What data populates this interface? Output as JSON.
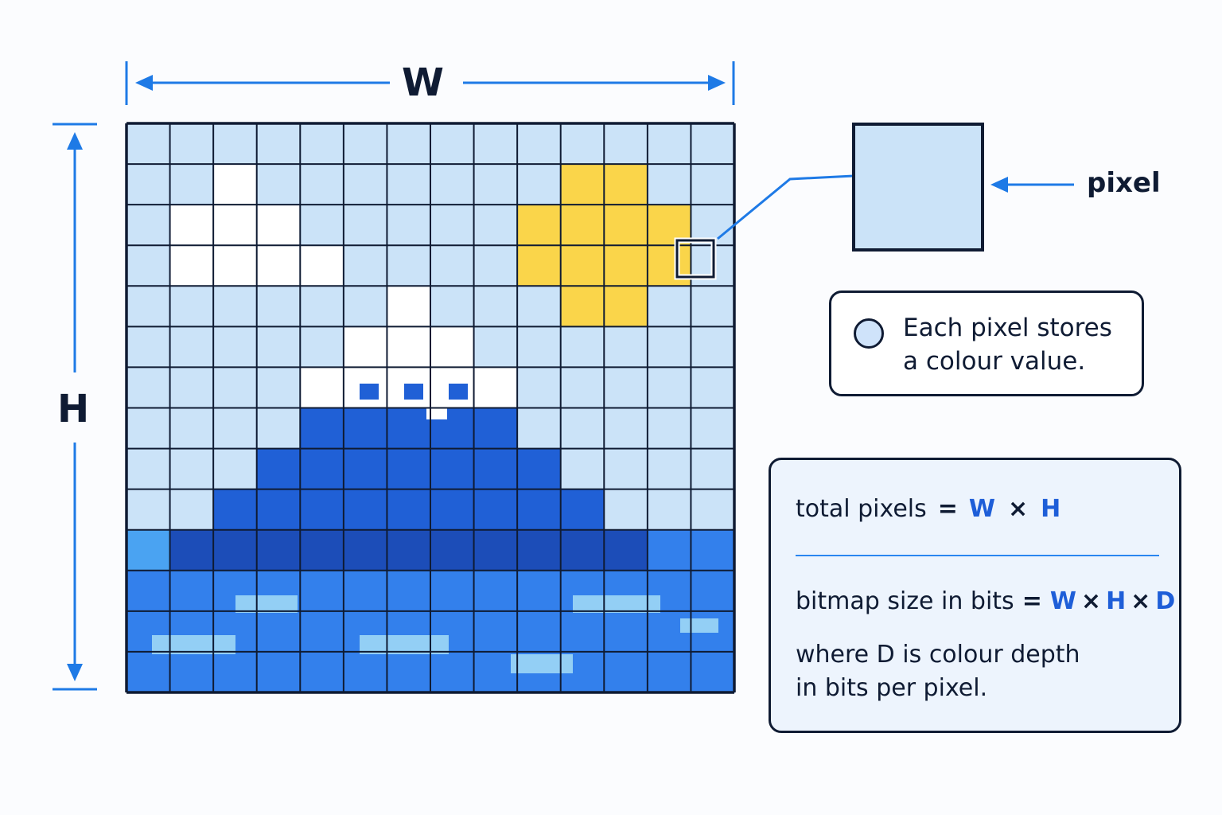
{
  "labels": {
    "width": "W",
    "height": "H",
    "pixel": "pixel"
  },
  "note": {
    "line1": "Each pixel stores",
    "line2": "a colour value."
  },
  "formula": {
    "total_label": "total pixels",
    "eq": "=",
    "times": "×",
    "w": "W",
    "h": "H",
    "d": "D",
    "bitmap_label": "bitmap size in bits",
    "where_line1": "where D is colour depth",
    "where_line2": "in bits per pixel."
  },
  "grid": {
    "cols": 14,
    "rows": 14,
    "legend": {
      "S": "#cbe3f8",
      "W": "#ffffff",
      "Y": "#fad54a",
      "M": "#2060d6",
      "D": "#1c4db8",
      "B": "#3380ec",
      "L": "#4aa3f2"
    },
    "cells": [
      "SSSSSSSSSSSSSS",
      "SSWSSSSSSSYYSS",
      "SWWWSSSSSYYYYS",
      "SWWWWSSSSYYYYS",
      "SSSSSSWSSSYYSS",
      "SSSSSWWWSSSSSS",
      "SSSSWWWWWSSSSS",
      "SSSSMMMMMSSSSS",
      "SSSMMMMMMMSSSS",
      "SSMMMMMMMMMSSS",
      "LDDDDDDDDDDDBB",
      "BBBBBBBBBBBBBB",
      "BBBBBBBBBBBBBB",
      "BBBBBBBBBBBBBB"
    ],
    "highlight_cell": {
      "row": 3,
      "col": 13
    }
  },
  "colors": {
    "accent": "#1e7ae6",
    "grid_line": "#0f1b33",
    "sky": "#cbe3f8",
    "sun": "#fad54a",
    "mountain": "#2060d6",
    "water": "#3380ec",
    "ripple": "#93cff5",
    "text": "#0f1b33",
    "formula_var": "#1e5ed8"
  }
}
